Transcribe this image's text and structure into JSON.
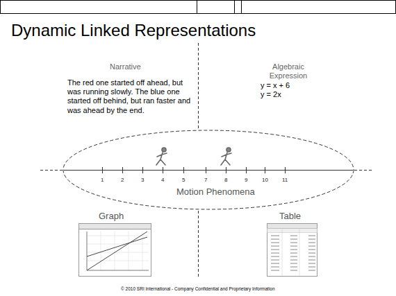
{
  "diagram": {
    "title": "Dynamic Linked Representations",
    "nodes": [
      {
        "text": [
          "Motion Phenomena"
        ]
      }
    ],
    "labels": [
      "Narrative",
      "The red one started off ahead, but was running slowly. The blue one started off behind, but ran faster and was ahead by the end.",
      "Algebraic Expression",
      "y = x + 6",
      "y = 2x",
      "1",
      "2",
      "3",
      "4",
      "5",
      "7",
      "8",
      "9",
      "10",
      "11",
      "Graph",
      "Table",
      "© 2010 SRI International - Company Confidential and Proprietary Information"
    ]
  }
}
